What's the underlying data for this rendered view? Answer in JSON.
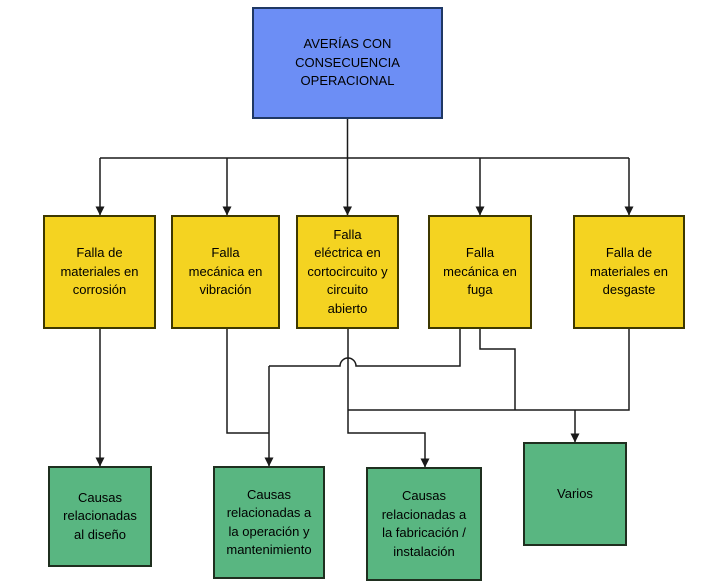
{
  "colors": {
    "background": "#ffffff",
    "root_fill": "#6c8ef5",
    "root_border": "#1f3864",
    "failure_fill": "#f4d321",
    "failure_border": "#3d3800",
    "cause_fill": "#59b681",
    "cause_border": "#1f2f1f",
    "connector": "#1a1a1a",
    "text": "#000000"
  },
  "nodes": {
    "root": {
      "label": "AVERÍAS CON\nCONSECUENCIA\nOPERACIONAL"
    },
    "failures": [
      {
        "label": "Falla de\nmateriales en\ncorrosión"
      },
      {
        "label": "Falla\nmecánica en\nvibración"
      },
      {
        "label": "Falla\neléctrica en\ncortocircuito y\ncircuito\nabierto"
      },
      {
        "label": "Falla\nmecánica en\nfuga"
      },
      {
        "label": "Falla de\nmateriales en\ndesgaste"
      }
    ],
    "causes": [
      {
        "label": "Causas\nrelacionadas\nal diseño"
      },
      {
        "label": "Causas\nrelacionadas a\nla operación y\nmantenimiento"
      },
      {
        "label": "Causas\nrelacionadas a\nla fabricación /\ninstalación"
      },
      {
        "label": "Varios"
      }
    ]
  }
}
